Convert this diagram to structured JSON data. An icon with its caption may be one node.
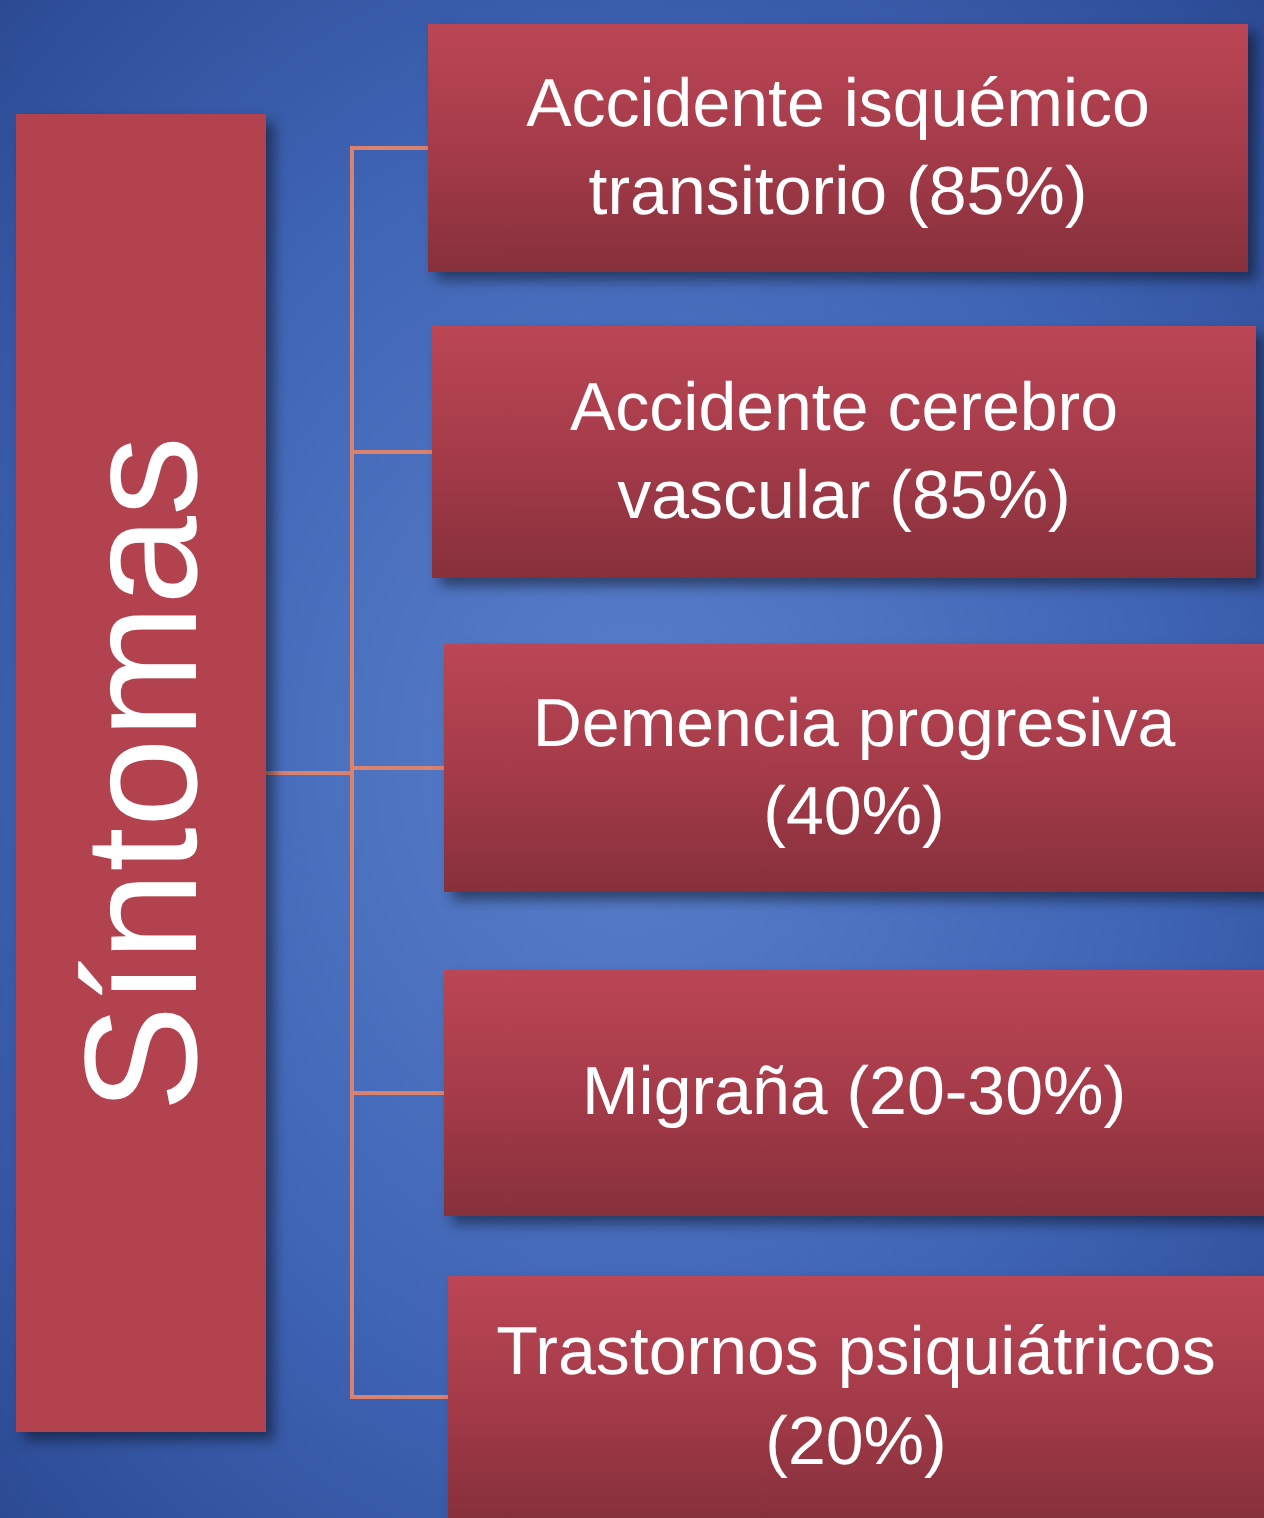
{
  "diagram": {
    "nodes": [
      {
        "text": [
          "Síntomas"
        ]
      },
      {
        "text": [
          "Accidente isquémico transitorio (85%)"
        ]
      },
      {
        "text": [
          "Accidente cerebro vascular (85%)"
        ]
      },
      {
        "text": [
          "Demencia progresiva (40%)"
        ]
      },
      {
        "text": [
          "Migraña (20-30%)"
        ]
      },
      {
        "text": [
          "Trastornos psiquiátricos (20%)"
        ]
      }
    ],
    "edges": [
      {
        "from": 0,
        "to": 1,
        "arrow": "none"
      },
      {
        "from": 0,
        "to": 2,
        "arrow": "none"
      },
      {
        "from": 0,
        "to": 3,
        "arrow": "none"
      },
      {
        "from": 0,
        "to": 4,
        "arrow": "none"
      },
      {
        "from": 0,
        "to": 5,
        "arrow": "none"
      }
    ]
  }
}
